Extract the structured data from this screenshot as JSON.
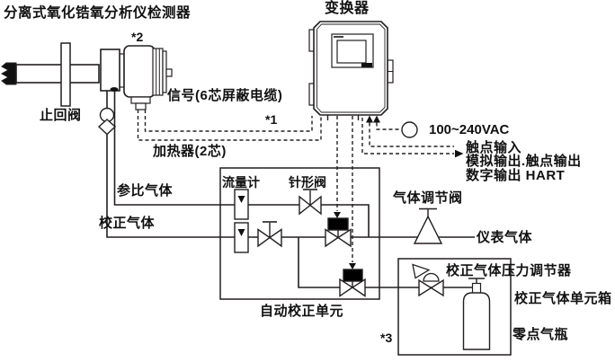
{
  "diagram": {
    "type": "piping-and-wiring-schematic",
    "title": "分离式氧化锆氧分析仪检测器",
    "labels": {
      "converter": "变换器",
      "note_1": "*1",
      "note_2": "*2",
      "note_3": "*3",
      "check_valve": "止回阀",
      "signal_cable": "信号(6芯屏蔽电缆)",
      "heater_cable": "加热器(2芯)",
      "reference_gas": "参比气体",
      "calibration_gas": "校正气体",
      "flow_meter": "流量计",
      "needle_valve": "针形阀",
      "gas_regulating_valve": "气体调节阀",
      "instrument_gas": "仪表气体",
      "auto_calibration_unit": "自动校正单元",
      "power_supply": "100~240VAC",
      "contact_input": "触点输入",
      "analog_contact_output": "模拟输出.触点输出",
      "digital_output_hart": "数字输出 HART",
      "cal_gas_pressure_regulator": "校正气体压力调节器",
      "cal_gas_unit_box": "校正气体单元箱",
      "zero_gas_cylinder": "零点气瓶"
    },
    "colors": {
      "line": "#231f20",
      "background": "#ffffff",
      "solenoid_fill": "#000000"
    }
  }
}
